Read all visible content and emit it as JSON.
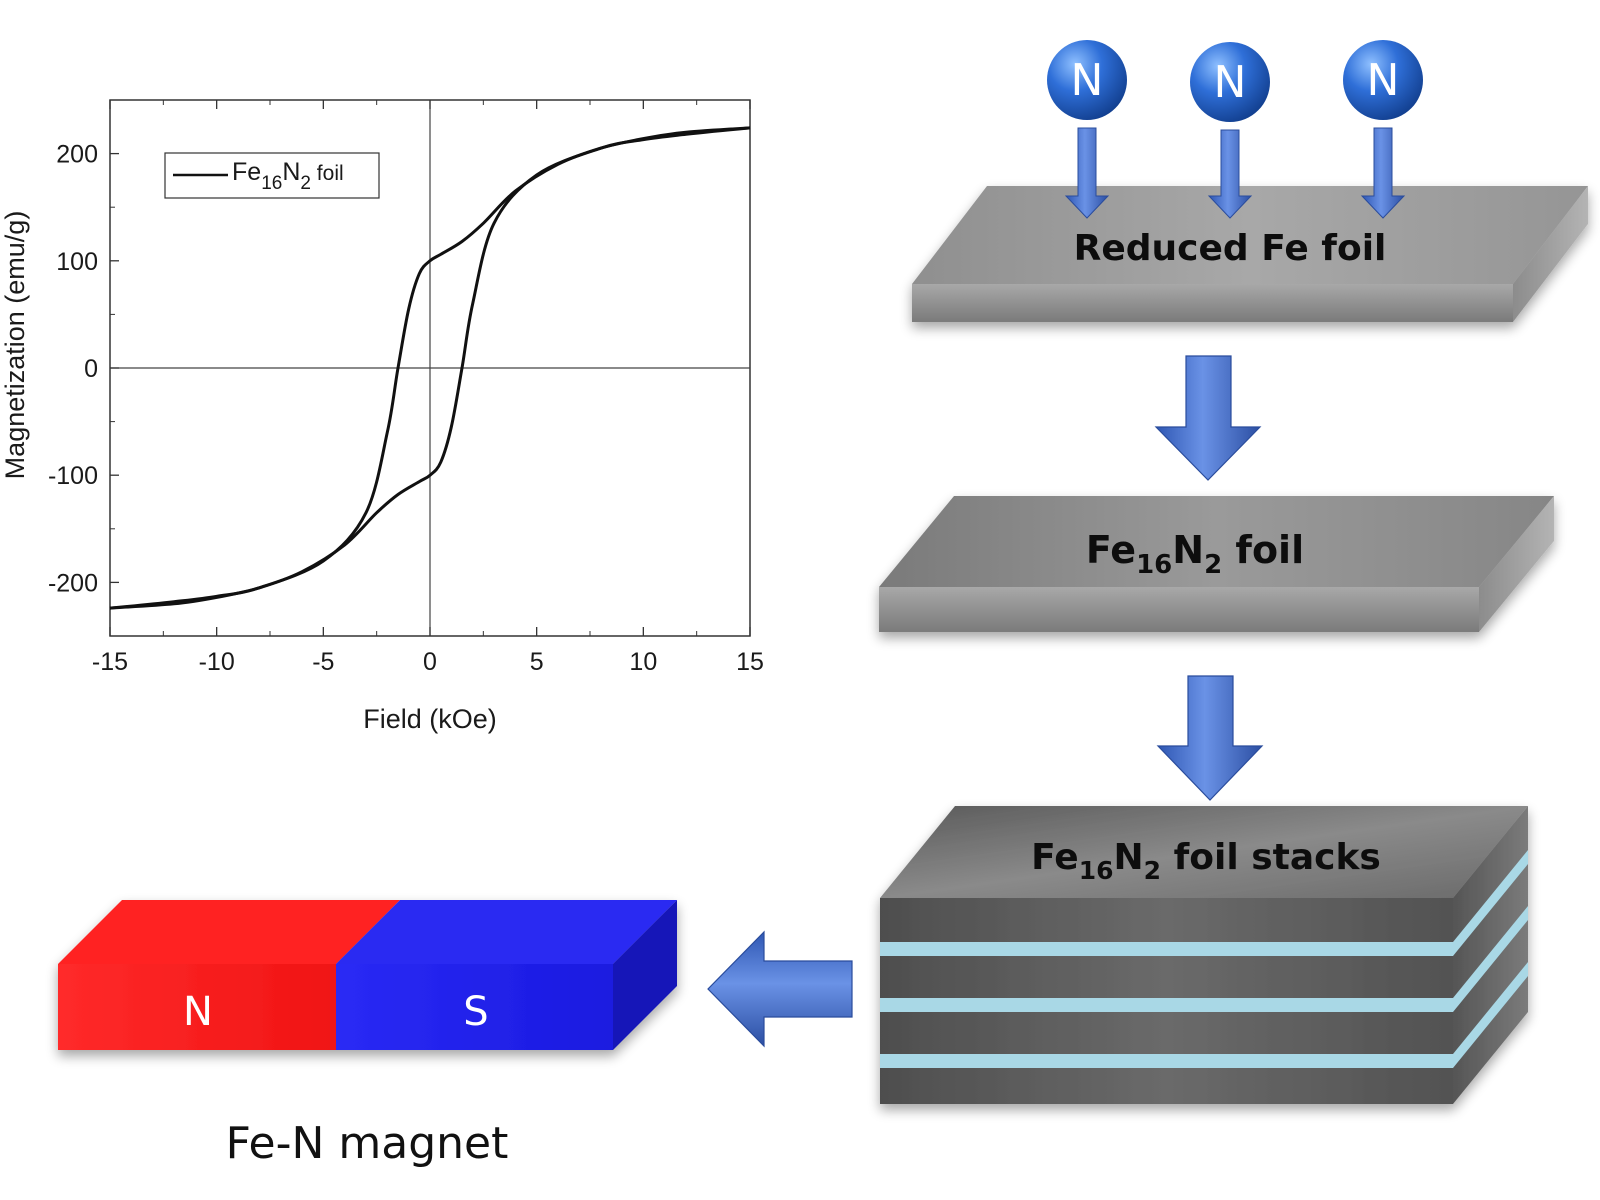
{
  "chart_data": {
    "type": "line",
    "xlabel": "Field (kOe)",
    "ylabel": "Magnetization (emu/g)",
    "xlim": [
      -15,
      15
    ],
    "ylim": [
      -250,
      250
    ],
    "x_ticks": [
      "-15",
      "-10",
      "-5",
      "0",
      "5",
      "10",
      "15"
    ],
    "y_ticks": [
      "200",
      "100",
      "0",
      "-100",
      "-200"
    ],
    "legend": {
      "position": "top-left",
      "prefix": "Fe",
      "sub1": "16",
      "mid": "N",
      "sub2": "2",
      "suffix": " foil"
    },
    "series": [
      {
        "name": "Fe16N2 foil",
        "descending_branch": {
          "x": [
            15,
            12,
            10,
            8,
            6,
            4,
            2.5,
            1.5,
            0.5,
            0,
            -0.5,
            -1,
            -1.5,
            -2,
            -3,
            -5,
            -8,
            -10,
            -12,
            -15
          ],
          "y": [
            224,
            220,
            214,
            205,
            190,
            165,
            135,
            118,
            106,
            100,
            88,
            55,
            0,
            -60,
            -135,
            -180,
            -205,
            -213,
            -218,
            -224
          ]
        },
        "ascending_branch": {
          "x": [
            -15,
            -12,
            -10,
            -8,
            -6,
            -4,
            -2.5,
            -1.5,
            -0.5,
            0,
            0.5,
            1,
            1.5,
            2,
            3,
            5,
            8,
            10,
            12,
            15
          ],
          "y": [
            -224,
            -220,
            -214,
            -205,
            -190,
            -165,
            -135,
            -118,
            -106,
            -100,
            -88,
            -55,
            0,
            60,
            135,
            180,
            205,
            213,
            218,
            224
          ]
        }
      }
    ]
  },
  "diagram": {
    "n_atom_label": "N",
    "slab1_label": "Reduced Fe foil",
    "slab2_label": {
      "prefix": "Fe",
      "sub1": "16",
      "mid": "N",
      "sub2": "2",
      "suffix": " foil"
    },
    "slab3_label": {
      "prefix": "Fe",
      "sub1": "16",
      "mid": "N",
      "sub2": "2",
      "suffix": " foil stacks"
    },
    "magnet_north": "N",
    "magnet_south": "S",
    "magnet_caption": "Fe-N magnet",
    "colors": {
      "arrow_blue": "#3f68c6",
      "atom_blue": "#2f6fd8",
      "magnet_red": "#ff2020",
      "magnet_blue": "#2222ee",
      "slab_gray": "#8a8a8a",
      "stack_gap": "#a9d8e6"
    }
  }
}
